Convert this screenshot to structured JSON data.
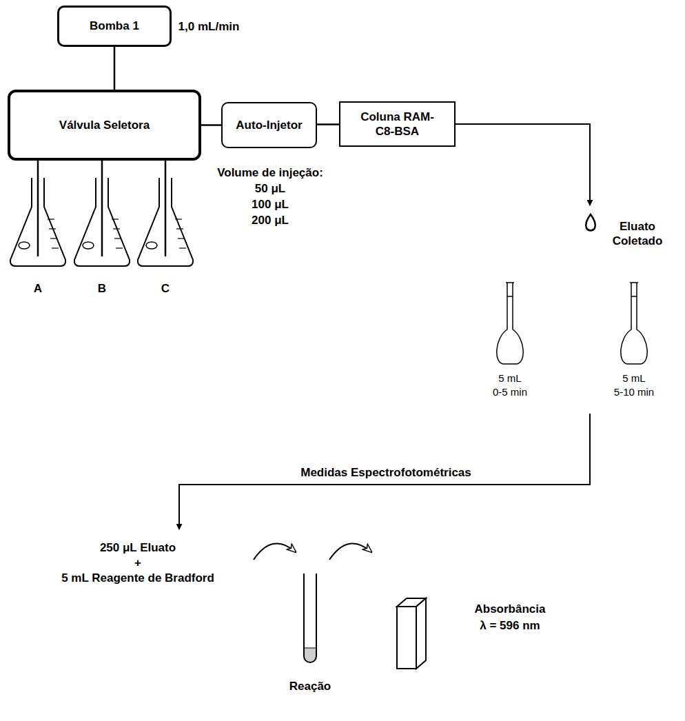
{
  "diagram": {
    "nodes": [
      {
        "text": [
          "Bomba 1"
        ]
      },
      {
        "text": [
          "Válvula Seletora"
        ]
      },
      {
        "text": [
          "Auto-Injetor"
        ]
      },
      {
        "text": [
          "Coluna RAM-C8-BSA"
        ]
      }
    ],
    "edges": [
      {
        "from": 0,
        "to": 1,
        "arrow": "none"
      },
      {
        "from": 1,
        "to": 2,
        "arrow": "none"
      },
      {
        "from": 2,
        "to": 3,
        "arrow": "none"
      }
    ],
    "labels": [
      "1,0 mL/min",
      "A",
      "B",
      "C",
      "Volume de injeção:",
      "50 μL",
      "100 μL",
      "200 μL",
      "Eluato Coletado",
      "5 mL",
      "0-5 min",
      "5 mL",
      "5-10 min",
      "Medidas Espectrofotométricas",
      "250 μL Eluato",
      "+",
      "5 mL Reagente de Bradford",
      "Absorbância",
      "λ = 596 nm",
      "Reação"
    ]
  }
}
